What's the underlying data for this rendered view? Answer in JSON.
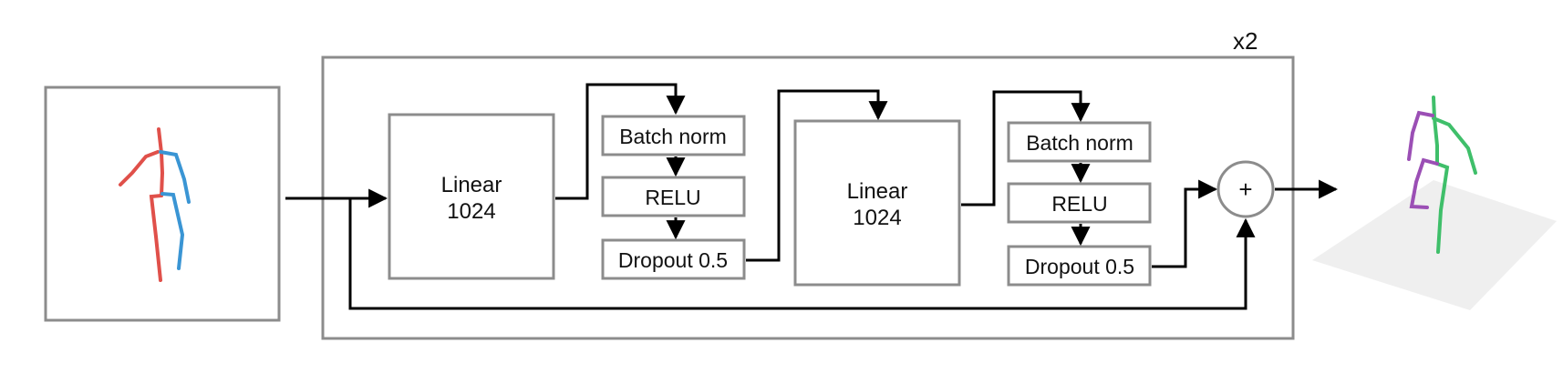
{
  "diagram": {
    "repeat_label": "x2",
    "blocks": [
      {
        "linear": {
          "line1": "Linear",
          "line2": "1024"
        },
        "batch_norm": "Batch norm",
        "relu": "RELU",
        "dropout": "Dropout 0.5"
      },
      {
        "linear": {
          "line1": "Linear",
          "line2": "1024"
        },
        "batch_norm": "Batch norm",
        "relu": "RELU",
        "dropout": "Dropout 0.5"
      }
    ],
    "sum_symbol": "+"
  },
  "colors": {
    "box_stroke": "#8c8c8c",
    "arrow": "#000000",
    "skeleton_2d_left": "#e0504a",
    "skeleton_2d_right": "#3a95d4",
    "skeleton_3d_left": "#9b4fb5",
    "skeleton_3d_right": "#3fbf6a",
    "ground_plane": "#ececec"
  }
}
